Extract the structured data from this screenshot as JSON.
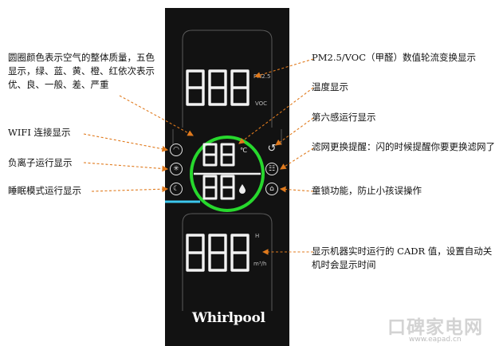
{
  "annotations": {
    "air_quality_ring": "圆圈颜色表示空气的整体质量，五色显示，绿、蓝、黄、橙、红依次表示优、良、一般、差、严重",
    "wifi": "WIFI 连接显示",
    "anion": "负离子运行显示",
    "sleep": "睡眠模式运行显示",
    "pm_voc": "PM2.5/VOC（甲醛）数值轮流变换显示",
    "temperature": "温度显示",
    "sixth_sense": "第六感运行显示",
    "filter": "滤网更换提醒：闪的时候提醒你要更换滤网了",
    "child_lock": "童锁功能，防止小孩误操作",
    "cadr": "显示机器实时运行的 CADR 值，设置自动关机时会显示时间"
  },
  "panel": {
    "top_units": {
      "pm": "PM2.5",
      "voc": "VOC"
    },
    "ring_units": {
      "temp": "℃"
    },
    "bottom_units": {
      "hour": "H",
      "flow": "m³/h"
    },
    "brand": "Whirlpool",
    "ring_color": "#27d82d",
    "accent_color": "#3cc7ee"
  },
  "icons": [
    "wifi-icon",
    "anion-icon",
    "sleep-icon",
    "sixth-sense-icon",
    "filter-icon",
    "child-lock-icon"
  ],
  "watermark": {
    "text": "口碑家电网",
    "url": "www.eapad.cn"
  }
}
